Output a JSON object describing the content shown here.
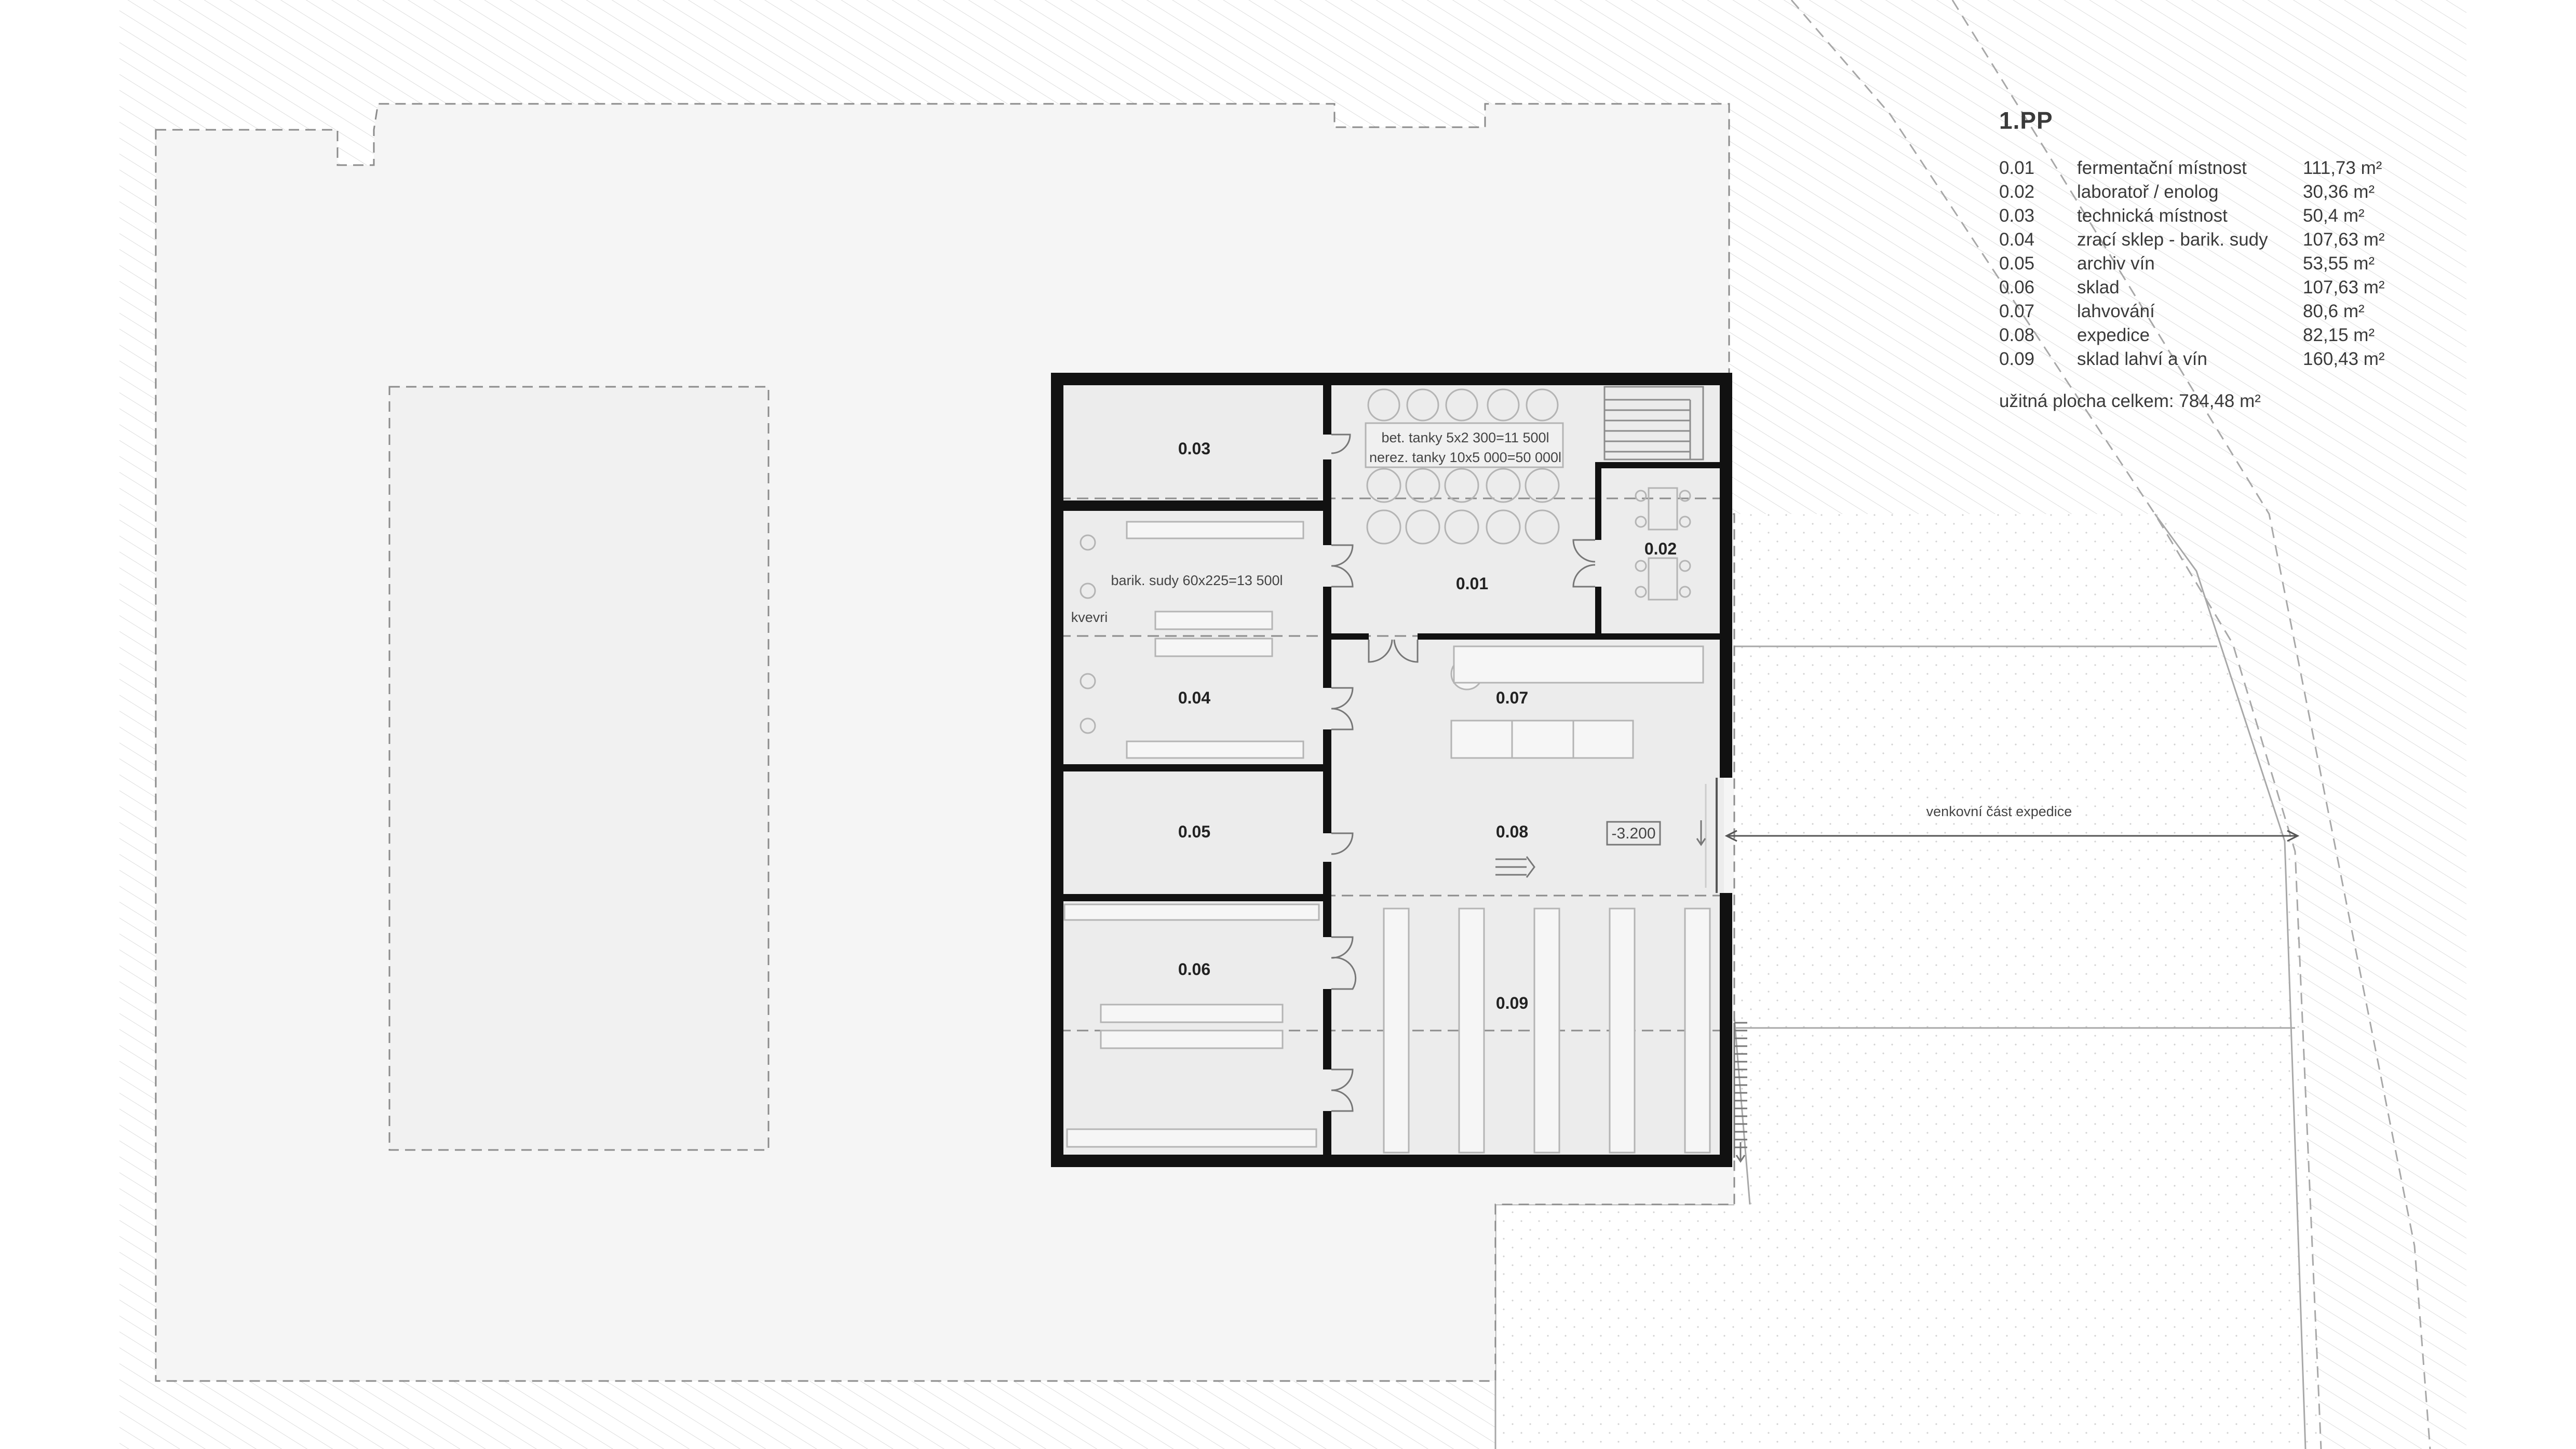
{
  "plan": {
    "title": "1.PP",
    "rooms": [
      {
        "no": "0.01",
        "name": "fermentační místnost",
        "area": "111,73 m²"
      },
      {
        "no": "0.02",
        "name": "laboratoř / enolog",
        "area": "30,36 m²"
      },
      {
        "no": "0.03",
        "name": "technická místnost",
        "area": "50,4 m²"
      },
      {
        "no": "0.04",
        "name": "zrací sklep - barik. sudy",
        "area": "107,63 m²"
      },
      {
        "no": "0.05",
        "name": "archiv vín",
        "area": "53,55 m²"
      },
      {
        "no": "0.06",
        "name": "sklad",
        "area": "107,63 m²"
      },
      {
        "no": "0.07",
        "name": "lahvování",
        "area": "80,6 m²"
      },
      {
        "no": "0.08",
        "name": "expedice",
        "area": "82,15 m²"
      },
      {
        "no": "0.09",
        "name": "sklad lahví a vín",
        "area": "160,43 m²"
      }
    ],
    "total": "užitná plocha celkem: 784,48 m²"
  },
  "annotations": {
    "tanks_line1": "bet. tanky 5x2 300=11 500l",
    "tanks_line2": "nerez. tanky 10x5 000=50 000l",
    "barrels": "barik. sudy 60x225=13 500l",
    "kvevri": "kvevri",
    "level": "-3.200",
    "outdoor": "venkovní část expedice"
  },
  "colors": {
    "wall": "#111111",
    "site_fill": "#f6f6f6",
    "building_fill": "#ececec",
    "line": "#999999"
  }
}
